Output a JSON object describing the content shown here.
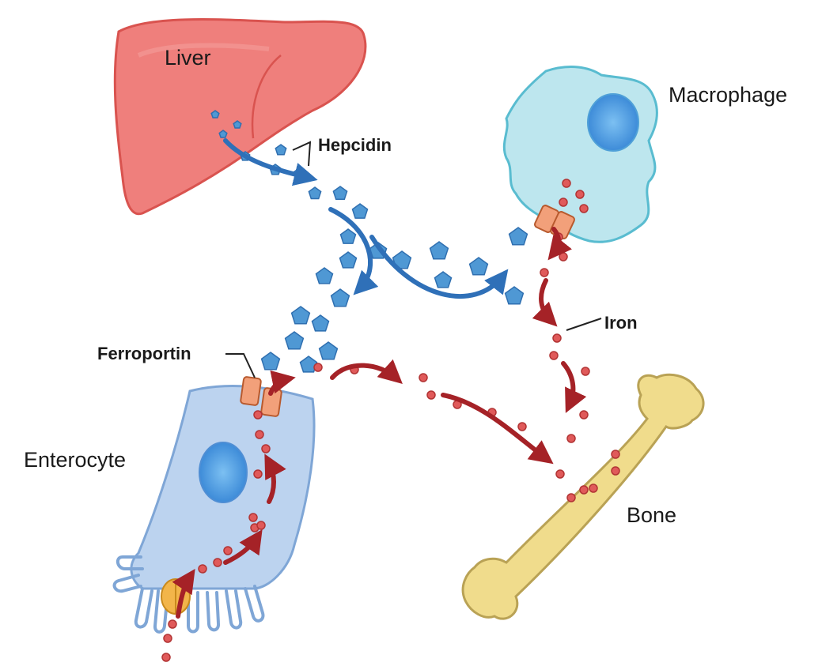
{
  "labels": {
    "liver": "Liver",
    "macrophage": "Macrophage",
    "hepcidin": "Hepcidin",
    "iron": "Iron",
    "ferroportin": "Ferroportin",
    "enterocyte": "Enterocyte",
    "bone": "Bone"
  },
  "colors": {
    "liver_fill": "#ef7f7c",
    "liver_stroke": "#d9534f",
    "macrophage_fill": "#bde6ee",
    "macrophage_stroke": "#59bcd0",
    "enterocyte_fill": "#bcd3ef",
    "enterocyte_stroke": "#7fa6d6",
    "bone_fill": "#f0dc8c",
    "bone_stroke": "#b9a255",
    "nucleus_fill": "#5fa6e6",
    "hepcidin": "#4f98d4",
    "hepcidin_flow": "#2f70b8",
    "iron": "#e05a5a",
    "iron_flow": "#a52227",
    "ferroportin": "#f2a07a",
    "transporter": "#f2b54a"
  }
}
